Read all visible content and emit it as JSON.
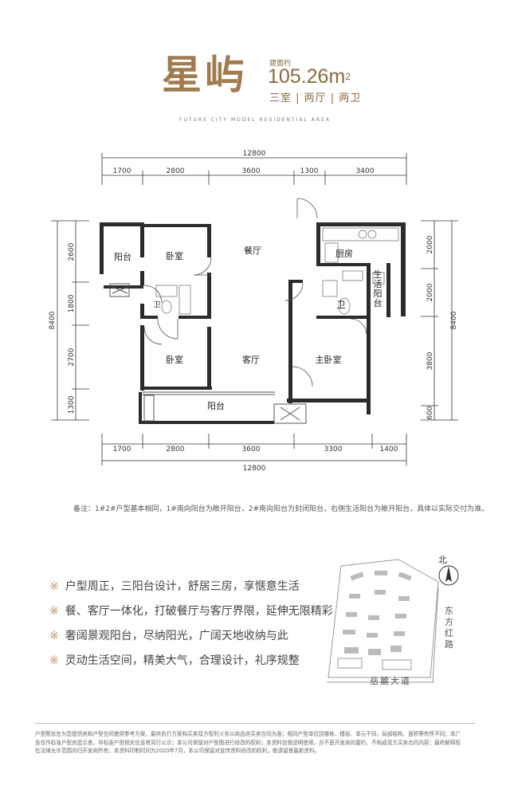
{
  "header": {
    "title": "星屿",
    "area_label": "建面约",
    "area_value": "105.26m",
    "area_unit_sup": "2",
    "rooms": "三室|两厅|两卫",
    "subtitle": "FUTURE CITY MODEL RESIDENTIAL AREA"
  },
  "dimensions": {
    "top_total": "12800",
    "top_segments": [
      "1700",
      "2800",
      "3600",
      "1300",
      "3400"
    ],
    "bottom_total": "12800",
    "bottom_segments": [
      "1700",
      "2800",
      "3600",
      "3300",
      "1400"
    ],
    "left_total": "8400",
    "left_segments": [
      "2600",
      "1800",
      "2700",
      "1300"
    ],
    "right_total": "8400",
    "right_segments": [
      "2000",
      "2000",
      "3800",
      "600"
    ]
  },
  "rooms": {
    "balcony_left": "阳台",
    "bedroom1": "卧室",
    "dining": "餐厅",
    "kitchen": "厨房",
    "living_balcony": "生活阳台",
    "bath1": "卫",
    "bath2": "卫",
    "bedroom2": "卧室",
    "living": "客厅",
    "master": "主卧室",
    "balcony_south": "阳台"
  },
  "note": "备注：1#2#户型基本相同，1#南向阳台为敞开阳台，2#南向阳台为封闭阳台，右侧生活阳台为敞开阳台，具体以实际交付为准。",
  "features": [
    "户型周正，三阳台设计，舒居三房，享惬意生活",
    "餐、客厅一体化，打破餐厅与客厅界限，延伸无限精彩",
    "奢阔景观阳台，尽纳阳光，广阔天地收纳与此",
    "灵动生活空间，精美大气，合理设计，礼序规整"
  ],
  "feature_marker": "※",
  "map": {
    "north": "北",
    "road_east": "东方红路",
    "road_south": "岳麓大道"
  },
  "footer": "户型图旨在为您提供房和户型空间使用参考方案，最终执行方案和买卖双方权利义务以商品房买卖合同为准；相同户型单位因楼栋、楼层、单元不同，局部结构、面积等有所不同；本广告仅作标准户型房屋示意，非标准户型相关信息将另行公示；本公司保留对户型图进行修改的权利；本资料仅做说明使用，亦不是开发商的要约，不构成双方买卖合同内容；最终解释权在法律允许范围内归开发商所有；本资料印制时间为2020年7月，本公司保留对宣传资料修改的权利，敬请留意最新资料。",
  "colors": {
    "brand": "#a07c4e",
    "wall": "#2b2b2b"
  }
}
